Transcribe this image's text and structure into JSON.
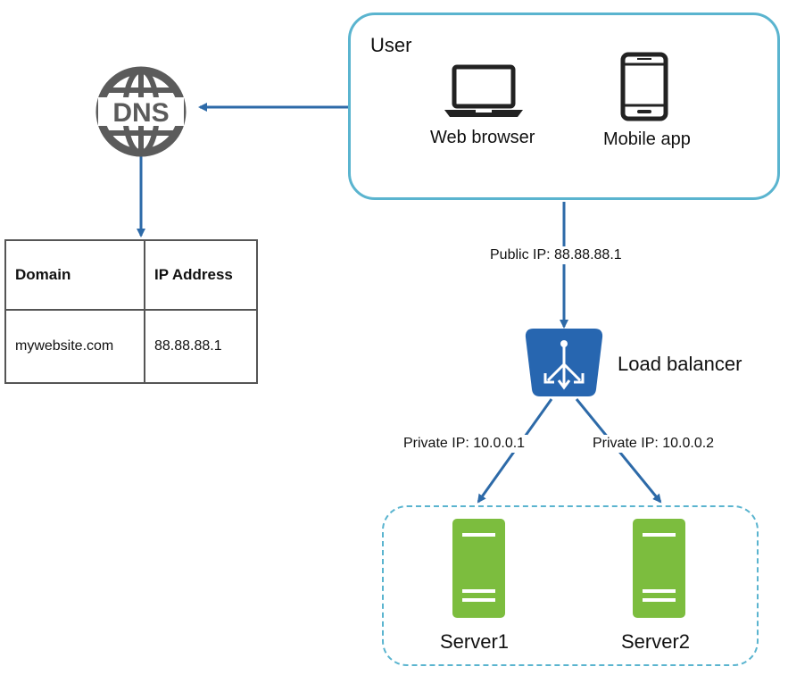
{
  "user": {
    "label": "User",
    "clients": [
      {
        "label": "Web browser",
        "icon": "laptop-icon"
      },
      {
        "label": "Mobile app",
        "icon": "mobile-phone-icon"
      }
    ]
  },
  "dns": {
    "label": "DNS",
    "icon": "globe-icon",
    "table": {
      "headers": [
        "Domain",
        "IP Address"
      ],
      "rows": [
        [
          "mywebsite.com",
          "88.88.88.1"
        ]
      ]
    }
  },
  "connections": {
    "public_ip": "Public IP: 88.88.88.1",
    "private_ip_1": "Private IP: 10.0.0.1",
    "private_ip_2": "Private IP: 10.0.0.2"
  },
  "load_balancer": {
    "label": "Load balancer",
    "icon": "load-balancer-icon"
  },
  "servers": [
    {
      "label": "Server1",
      "icon": "server-icon"
    },
    {
      "label": "Server2",
      "icon": "server-icon"
    }
  ],
  "colors": {
    "arrow": "#2d6aa8",
    "user_border": "#5ab4cf",
    "dns_icon": "#5b5b5b",
    "load_balancer": "#2766b0",
    "server": "#7cbd3e"
  }
}
